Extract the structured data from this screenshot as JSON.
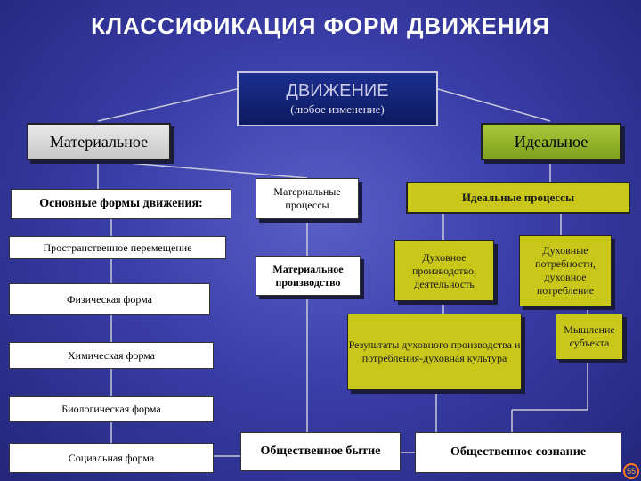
{
  "title": "КЛАССИФИКАЦИЯ ФОРМ ДВИЖЕНИЯ",
  "root": {
    "label": "ДВИЖЕНИЕ",
    "sublabel": "(любое изменение)"
  },
  "material": {
    "label": "Материальное",
    "basic_forms": "Основные формы движения:",
    "forms": [
      "Пространственное перемещение",
      "Физическая форма",
      "Химическая форма",
      "Биологическая форма",
      "Социальная форма"
    ],
    "processes": "Материальные процессы",
    "production": "Материальное производство",
    "social_being": "Общественное бытие"
  },
  "ideal": {
    "label": "Идеальное",
    "processes": "Идеальные процессы",
    "spiritual_production": "Духовное производство, деятельность",
    "spiritual_needs": "Духовные потребности, духовное потребление",
    "results": "Результаты духовного производства и потребления-духовная культура",
    "thinking": "Мышление субъекта",
    "social_consciousness": "Общественное сознание"
  },
  "page_number": "55"
}
